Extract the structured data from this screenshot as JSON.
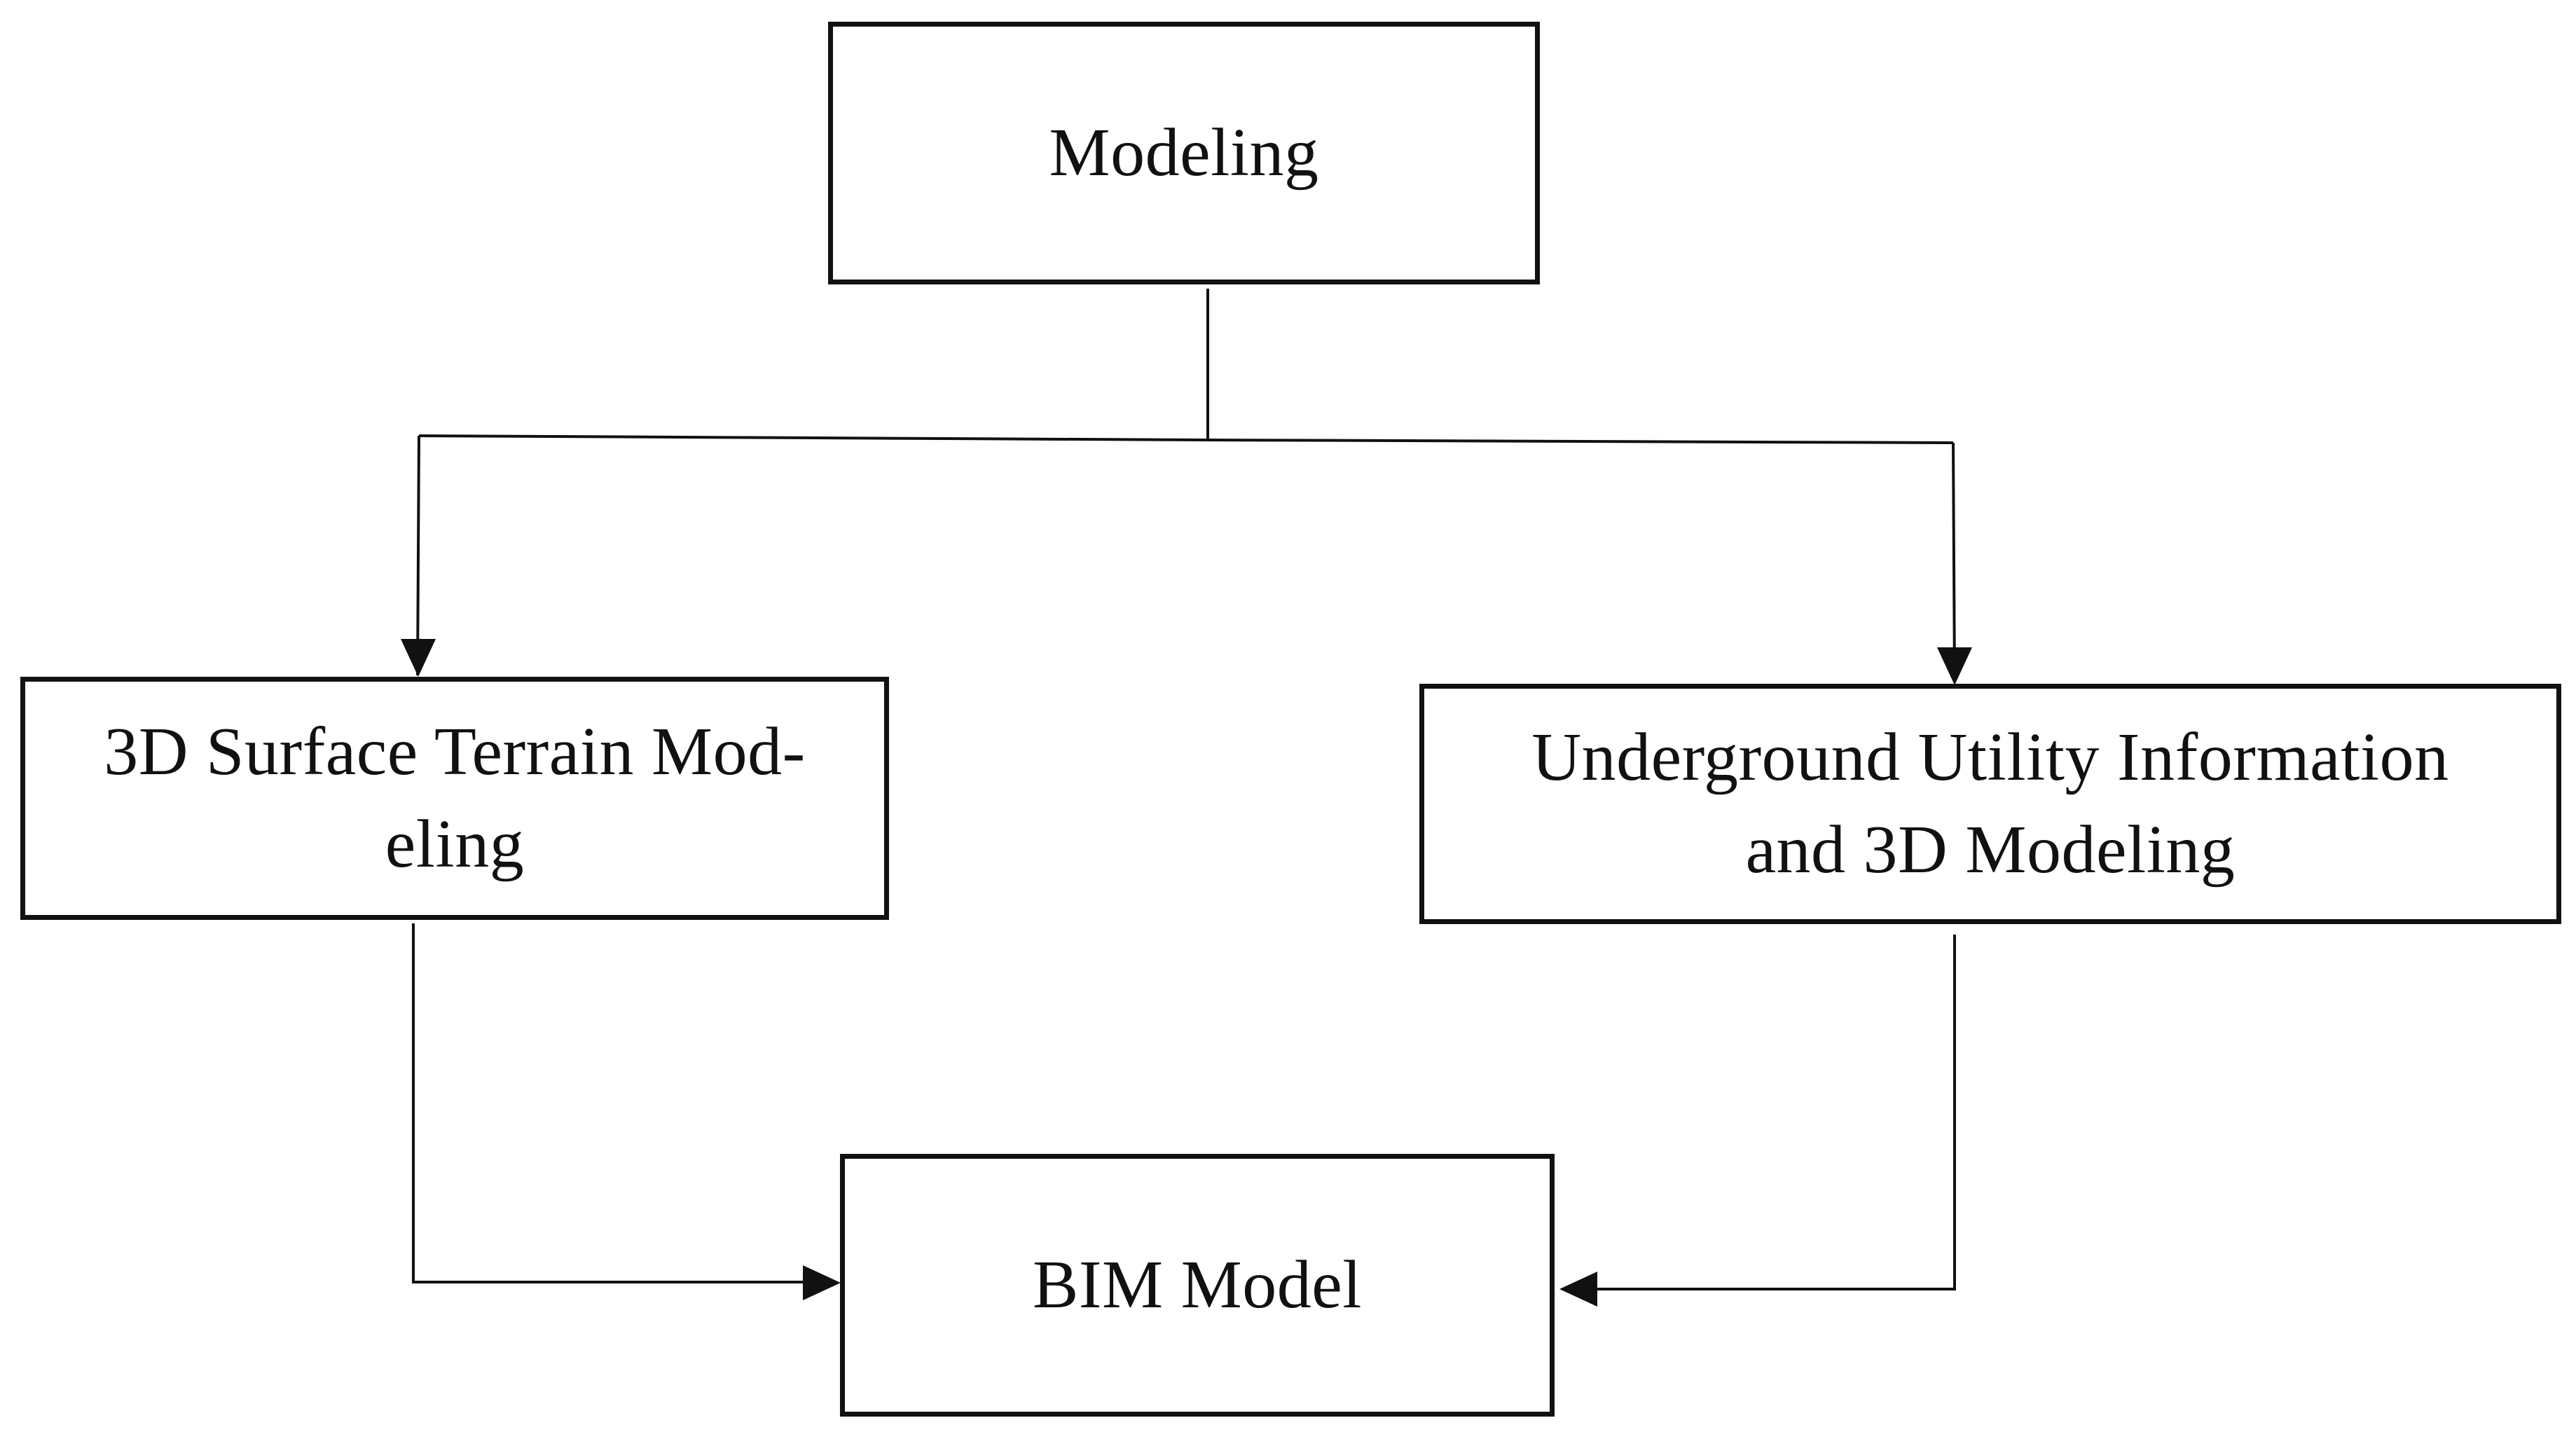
{
  "diagram": {
    "nodes": {
      "modeling": {
        "label": "Modeling"
      },
      "terrain": {
        "label": "3D Surface Terrain Mod-\neling"
      },
      "utility": {
        "label": "Underground Utility Information\nand 3D Modeling"
      },
      "bim": {
        "label": "BIM Model"
      }
    },
    "edges": [
      {
        "from": "modeling",
        "to": "terrain"
      },
      {
        "from": "modeling",
        "to": "utility"
      },
      {
        "from": "terrain",
        "to": "bim"
      },
      {
        "from": "utility",
        "to": "bim"
      }
    ],
    "colors": {
      "line": "#111111",
      "fill": "#ffffff"
    }
  }
}
